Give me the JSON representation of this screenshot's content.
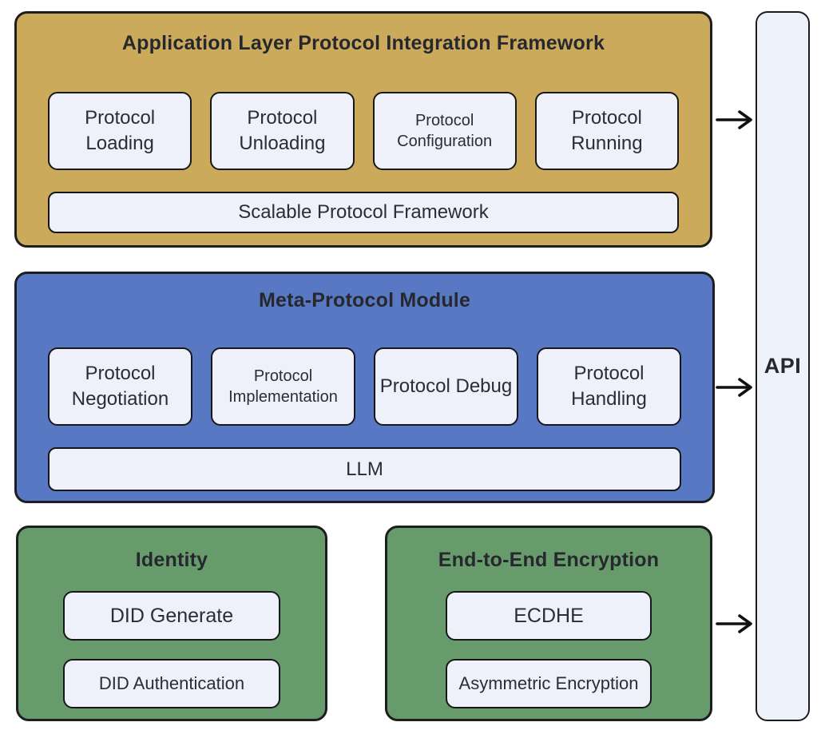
{
  "colors": {
    "gold": "#cbaa5c",
    "blue": "#5878c3",
    "green": "#689b6c",
    "light": "#eef1f9",
    "api-fill": "#eef2fb",
    "ink": "#26282e",
    "line": "#111111"
  },
  "sections": {
    "app_layer": {
      "title": "Application Layer Protocol Integration Framework",
      "boxes": [
        {
          "label": "Protocol Loading"
        },
        {
          "label": "Protocol Unloading"
        },
        {
          "label": "Protocol Configuration"
        },
        {
          "label": "Protocol Running"
        }
      ],
      "bar": "Scalable Protocol Framework"
    },
    "meta_protocol": {
      "title": "Meta-Protocol Module",
      "boxes": [
        {
          "label": "Protocol Negotiation"
        },
        {
          "label": "Protocol Implementation"
        },
        {
          "label": "Protocol Debug"
        },
        {
          "label": "Protocol Handling"
        }
      ],
      "bar": "LLM"
    },
    "identity": {
      "title": "Identity",
      "boxes": [
        {
          "label": "DID Generate"
        },
        {
          "label": "DID Authentication"
        }
      ]
    },
    "encryption": {
      "title": "End-to-End Encryption",
      "boxes": [
        {
          "label": "ECDHE"
        },
        {
          "label": "Asymmetric Encryption"
        }
      ]
    },
    "api": {
      "label": "API"
    }
  }
}
